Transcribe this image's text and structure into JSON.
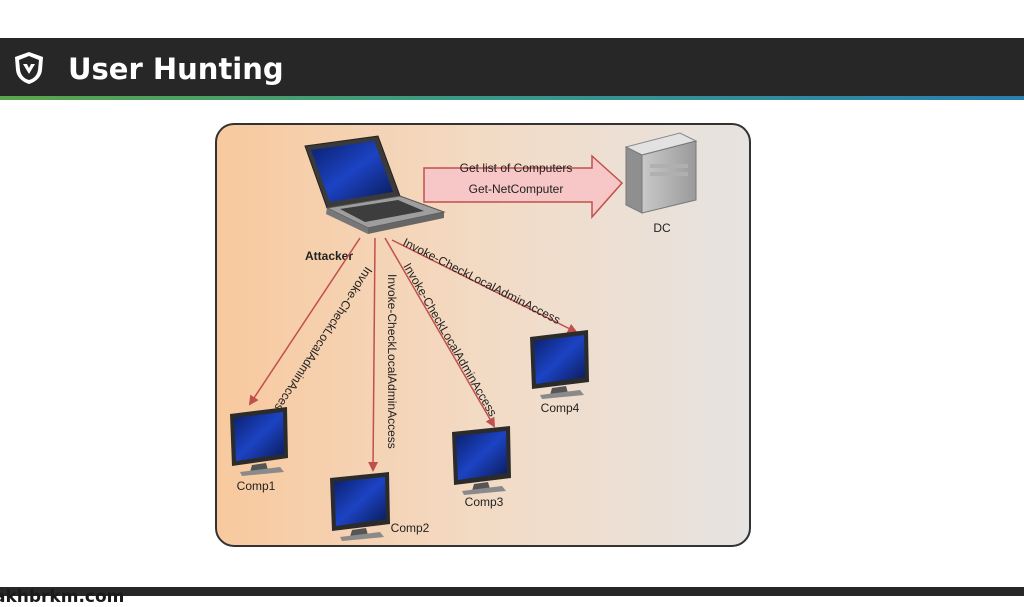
{
  "header": {
    "title": "User Hunting",
    "logo_icon": "shield-logo-icon"
  },
  "diagram": {
    "attacker_label": "Attacker",
    "dc_label": "DC",
    "arrow_top_line1": "Get list of Computers",
    "arrow_top_line2": "Get-NetComputer",
    "edge_label": "Invoke-CheckLocalAdminAccess",
    "comp1": "Comp1",
    "comp2": "Comp2",
    "comp3": "Comp3",
    "comp4": "Comp4"
  },
  "watermark": "akhbrkm.com",
  "colors": {
    "accent_green": "#5aa64a",
    "accent_blue": "#2a7fb0",
    "edge_red": "#c0504d"
  }
}
